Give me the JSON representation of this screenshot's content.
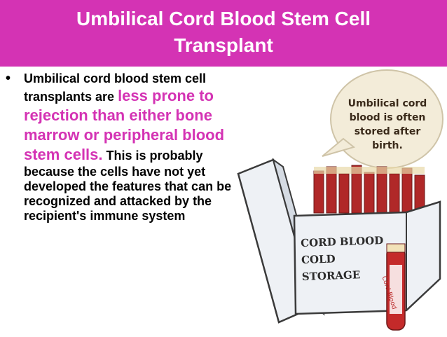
{
  "slide": {
    "title_line1": "Umbilical Cord Blood Stem Cell",
    "title_line2": "Transplant"
  },
  "bullet": {
    "marker": "•",
    "text_start": "Umbilical cord blood stem cell transplants are ",
    "highlight": "less prone to rejection than either bone marrow or peripheral blood stem cells.",
    "text_end": " This is probably because the cells have not yet developed the features that can be recognized and attacked by the recipient's immune system"
  },
  "illustration": {
    "bubble_text": "Umbilical cord blood is often stored after birth.",
    "box_line1": "CORD BLOOD",
    "box_line2": "COLD STORAGE",
    "tube_label": "Cord Blood"
  },
  "colors": {
    "accent": "#d433b4",
    "bubble_fill": "#f3ecd9",
    "box_fill": "#eef1f5",
    "blood": "#b02828"
  }
}
